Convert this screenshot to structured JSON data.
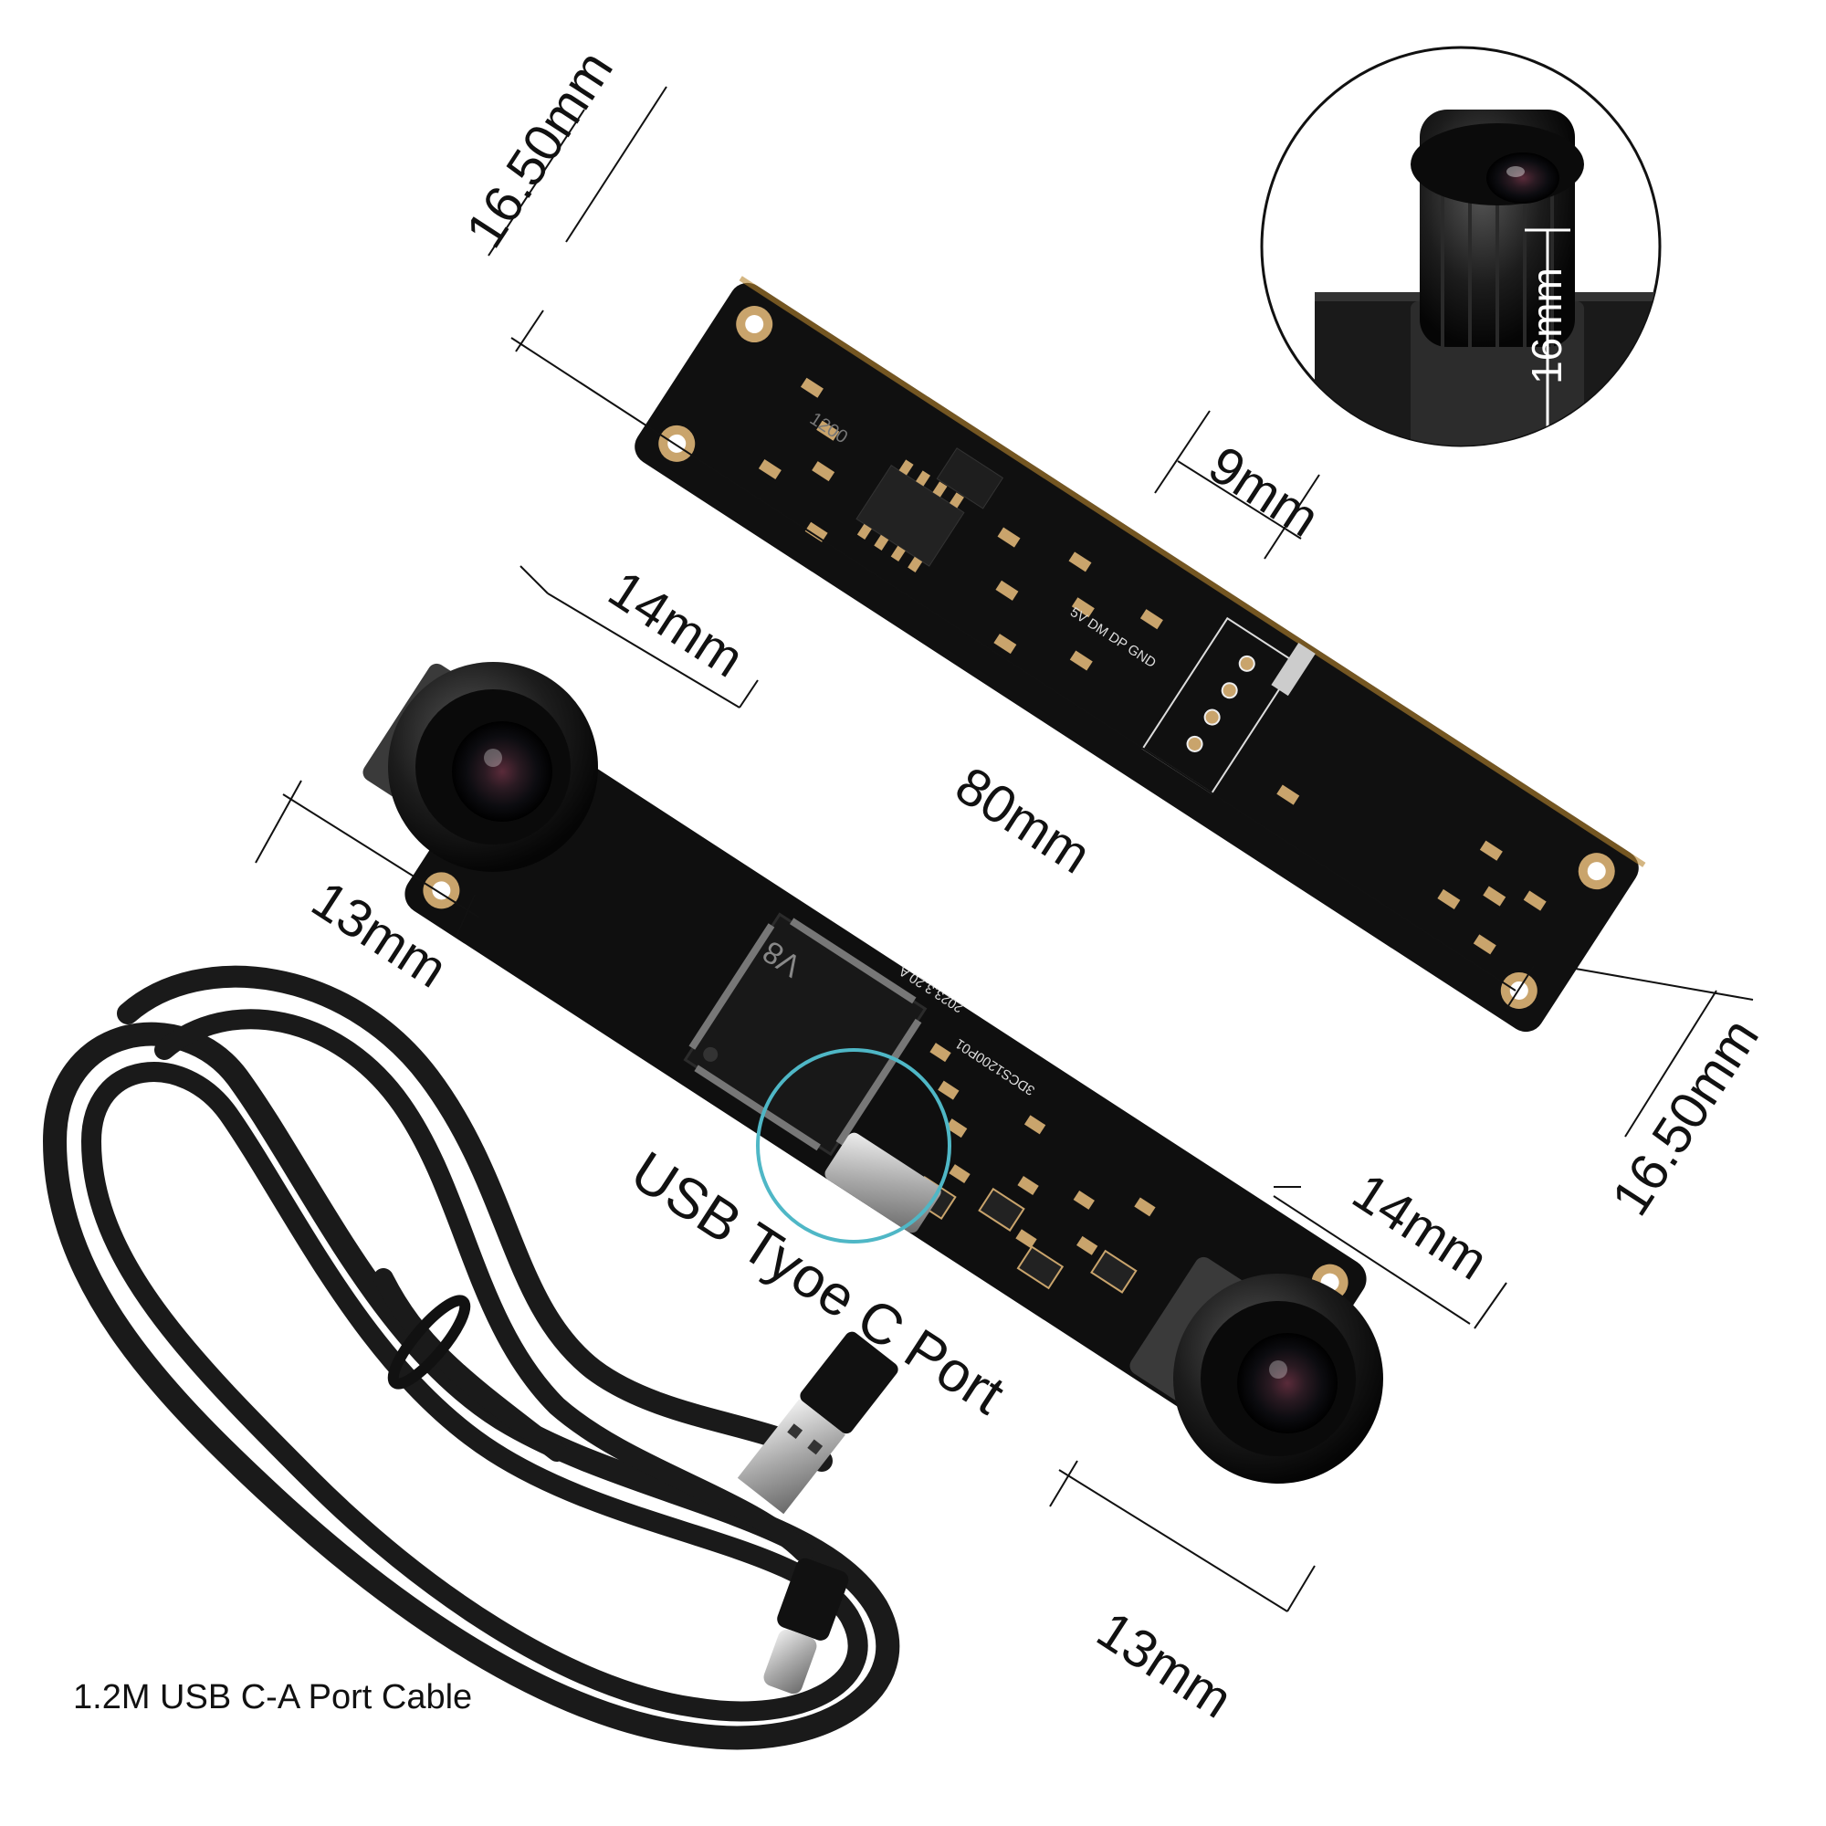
{
  "dimensions": {
    "top_board_width": "16.50mm",
    "board_length": "80mm",
    "connector_width": "9mm",
    "lens_height": "16mm",
    "left_lens_top": "14mm",
    "left_lens_side": "13mm",
    "right_lens_top": "14mm",
    "right_lens_bottom": "13mm",
    "right_board_width": "16.50mm"
  },
  "callouts": {
    "usb_port": "USB Tyoe C Port",
    "cable": "1.2M USB C-A Port Cable"
  },
  "board_markings": {
    "chip_top": "1200",
    "chip_main": "V8",
    "pins": "5V DM DP GND",
    "silk_date": "2023.3.20  A",
    "silk_model": "3DCS1200P01"
  },
  "colors": {
    "pcb": "#111111",
    "pad": "#caa46a",
    "callout_circle": "#4fb7c6",
    "cable": "#1a1a1a"
  }
}
